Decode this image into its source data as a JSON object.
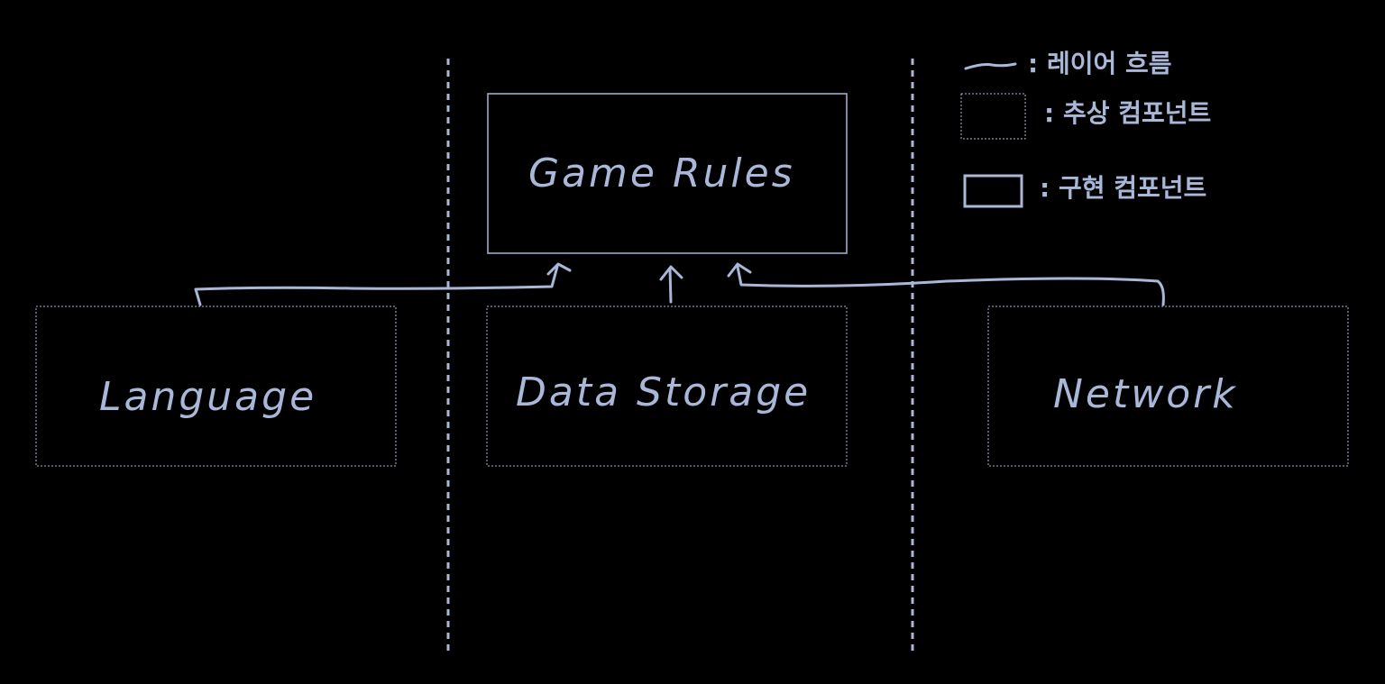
{
  "colors": {
    "background": "#000000",
    "ink": "#a9b8d8"
  },
  "legend": {
    "layer_flow": ": 레이어 흐름",
    "abstract_component": ": 추상 컴포넌트",
    "concrete_component": ": 구현 컴포넌트"
  },
  "components": {
    "game_rules": "Game Rules",
    "language": "Language",
    "data_storage": "Data Storage",
    "network": "Network"
  }
}
